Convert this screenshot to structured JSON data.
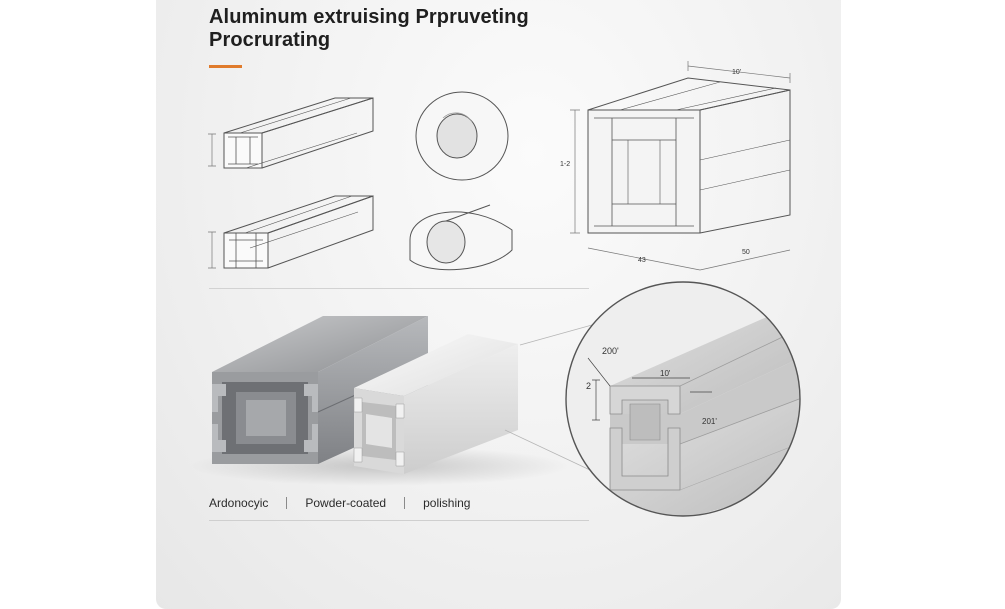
{
  "title": {
    "line1": "Aluminum extruising Prpruveting",
    "line2": "Procrurating"
  },
  "colors": {
    "accent": "#e07b2c",
    "sheet": "#f1f1f1",
    "metal_dark": "#8e9093",
    "metal_light": "#dcdcdc"
  },
  "drawing": {
    "top_dim": "10'",
    "side_dim": "1-2",
    "bottom_left_dim": "43",
    "bottom_right_dim": "50"
  },
  "detail": {
    "dim_200": "200'",
    "dim_10": "10'",
    "dim_2": "2",
    "dim_201": "201'"
  },
  "finishes": [
    "Ardonocyic",
    "Powder-coated",
    "polishing"
  ]
}
